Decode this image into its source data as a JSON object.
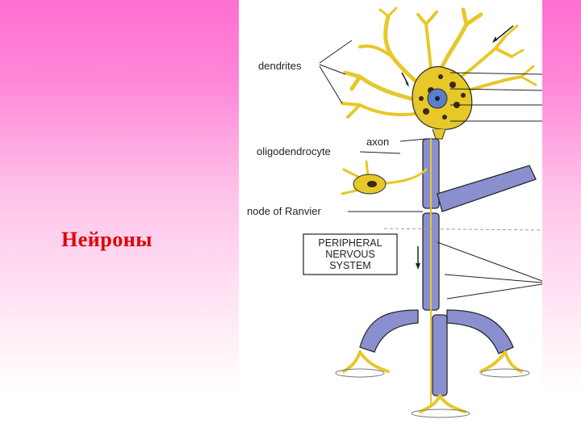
{
  "slide": {
    "title": "Нейроны"
  },
  "diagram": {
    "labels": {
      "dendrites": "dendrites",
      "axon": "axon",
      "oligodendrocyte": "oligodendrocyte",
      "node_of_ranvier": "node of Ranvier"
    },
    "pns_box": {
      "line1": "PERIPHERAL",
      "line2": "NERVOUS",
      "line3": "SYSTEM"
    },
    "colors": {
      "background_top": "#ff6fd0",
      "title": "#e00000",
      "dendrite": "#e6c829",
      "myelin": "#8a8fd0",
      "nucleus": "#5a7fc8"
    }
  }
}
